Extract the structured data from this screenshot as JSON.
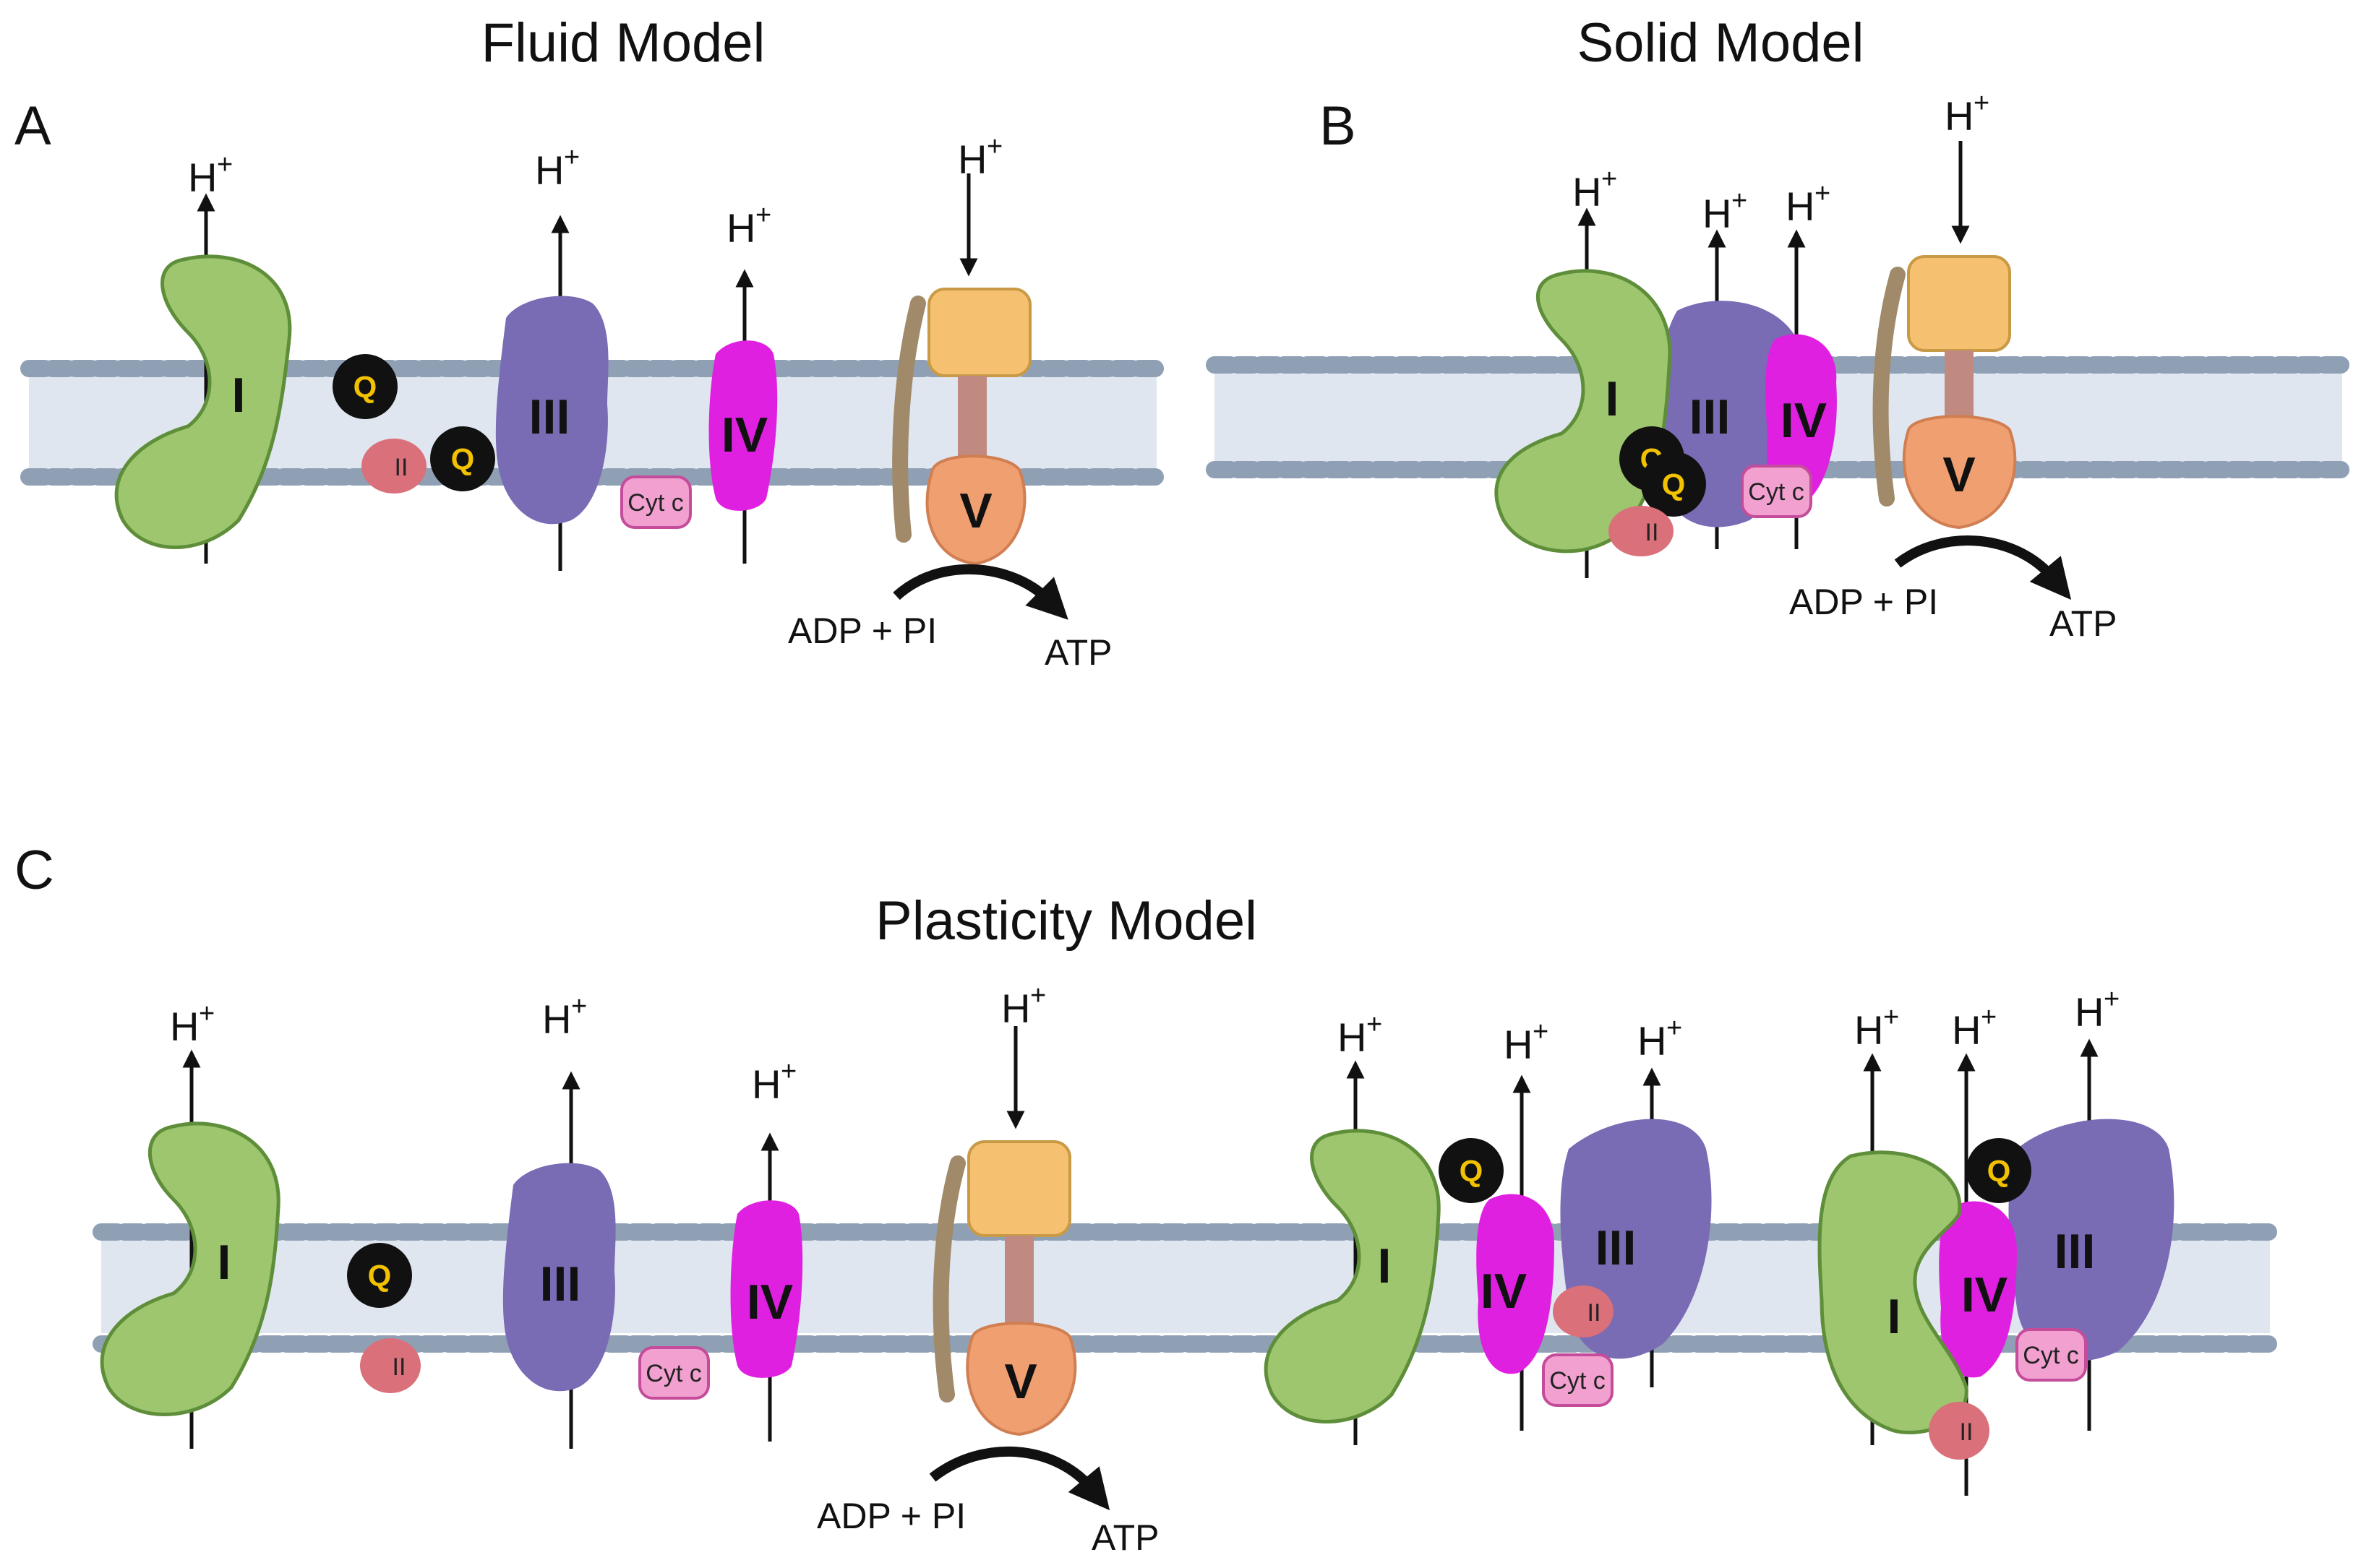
{
  "panels": {
    "A": {
      "letter": "A",
      "title": "Fluid Model"
    },
    "B": {
      "letter": "B",
      "title": "Solid Model"
    },
    "C": {
      "letter": "C",
      "title": "Plasticity Model"
    }
  },
  "labels": {
    "proton": "H",
    "proton_sup": "+",
    "complex_I": "I",
    "complex_II": "II",
    "complex_III": "III",
    "complex_IV": "IV",
    "complex_V": "V",
    "quinone": "Q",
    "cytochrome_c": "Cyt c",
    "substrates": "ADP + PI",
    "product": "ATP"
  },
  "colors": {
    "complex_I": "#9dc66e",
    "complex_II": "#d9707a",
    "complex_III": "#7a6bb5",
    "complex_IV": "#e020e0",
    "complex_V_head": "#f0a070",
    "complex_V_ring": "#f5c070",
    "cytochrome_c": "#f2a0d0",
    "quinone": "#111111",
    "membrane": "#9aaabb"
  }
}
